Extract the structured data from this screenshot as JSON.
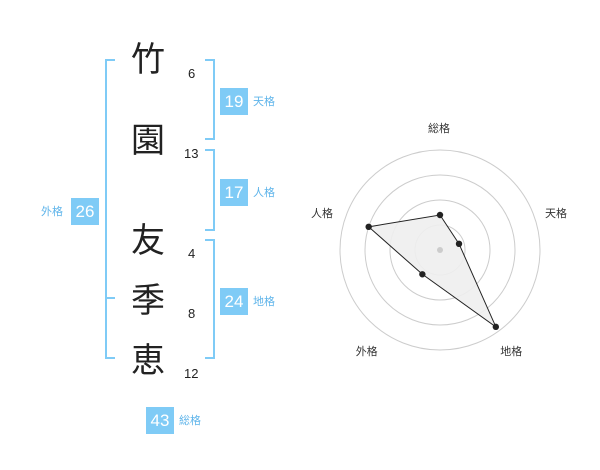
{
  "name_chars": [
    {
      "char": "竹",
      "strokes": "6"
    },
    {
      "char": "園",
      "strokes": "13"
    },
    {
      "char": "友",
      "strokes": "4"
    },
    {
      "char": "季",
      "strokes": "8"
    },
    {
      "char": "恵",
      "strokes": "12"
    }
  ],
  "scores": {
    "tenkaku": {
      "value": "19",
      "label": "天格"
    },
    "jinkaku": {
      "value": "17",
      "label": "人格"
    },
    "chikaku": {
      "value": "24",
      "label": "地格"
    },
    "gaikaku": {
      "value": "26",
      "label": "外格"
    },
    "soukaku": {
      "value": "43",
      "label": "総格"
    }
  },
  "colors": {
    "accent": "#7fcbf6",
    "accent_text": "#5eb4ea",
    "radar_fill": "#eeeeee",
    "grid": "#cccccc"
  },
  "chart_data": {
    "type": "radar",
    "axes": [
      "総格",
      "天格",
      "地格",
      "外格",
      "人格"
    ],
    "values": [
      0.35,
      0.2,
      0.95,
      0.3,
      0.75
    ],
    "range": [
      0,
      1
    ],
    "rings": 4
  }
}
